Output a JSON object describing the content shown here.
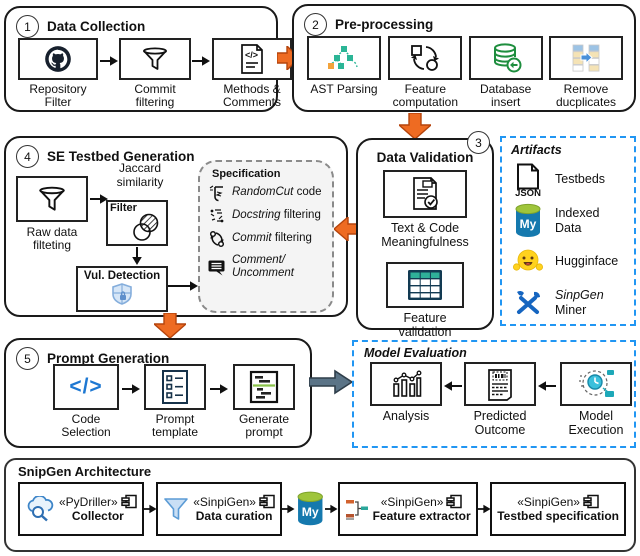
{
  "colors": {
    "accent_orange": "#EE6B22",
    "accent_blue": "#2196F3",
    "arrow_gray": "#5B7487",
    "mysql_blue": "#1579AE",
    "db_green": "#1E8E3E"
  },
  "icons": {
    "code_glyph": "</>",
    "json_text": "JSON",
    "mysql_text": "My"
  },
  "data_collection": {
    "number": "1",
    "title": "Data Collection",
    "steps": [
      {
        "label": "Repository Filter",
        "icon": "github-icon"
      },
      {
        "label": "Commit filtering",
        "icon": "funnel-icon"
      },
      {
        "label": "Methods & Comments",
        "icon": "code-document-icon"
      }
    ]
  },
  "pre_processing": {
    "number": "2",
    "title": "Pre-processing",
    "steps": [
      {
        "label": "AST Parsing",
        "icon": "ast-tree-icon"
      },
      {
        "label": "Feature computation",
        "icon": "compute-cycle-icon"
      },
      {
        "label": "Database insert",
        "icon": "database-insert-icon"
      },
      {
        "label": "Remove ducplicates",
        "icon": "remove-duplicates-icon"
      }
    ]
  },
  "data_validation": {
    "number": "3",
    "title": "Data Validation",
    "steps": [
      {
        "label": "Text & Code Meaningfulness",
        "icon": "document-check-icon"
      },
      {
        "label": "Feature validation",
        "icon": "table-icon"
      }
    ]
  },
  "se_testbed": {
    "number": "4",
    "title": "SE Testbed Generation",
    "raw_data_label": "Raw data filteting",
    "jaccard_label": "Jaccard similarity",
    "filter_label": "Filter",
    "vul_label": "Vul. Detection",
    "specification": {
      "title": "Specification",
      "items": [
        {
          "em": "RandomCut",
          "rest": " code"
        },
        {
          "em": "Docstring",
          "rest": " filtering"
        },
        {
          "em": "Commit",
          "rest": " filtering"
        },
        {
          "em": "Comment/ Uncomment",
          "rest": ""
        }
      ]
    }
  },
  "artifacts": {
    "title": "Artifacts",
    "items": [
      {
        "em": "",
        "label": "Testbeds",
        "icon": "json-file-icon"
      },
      {
        "em": "",
        "label": "Indexed Data",
        "icon": "mysql-icon"
      },
      {
        "em": "",
        "label": "Hugginface",
        "icon": "huggingface-icon"
      },
      {
        "em": "SinpGen",
        "label": " Miner",
        "icon": "tools-icon"
      }
    ]
  },
  "prompt_generation": {
    "number": "5",
    "title": "Prompt Generation",
    "steps": [
      {
        "label": "Code Selection",
        "icon": "code-icon"
      },
      {
        "label": "Prompt template",
        "icon": "checklist-icon"
      },
      {
        "label": "Generate prompt",
        "icon": "generated-code-icon"
      }
    ]
  },
  "model_evaluation": {
    "title": "Model Evaluation",
    "steps": [
      {
        "label": "Analysis",
        "icon": "chart-icon"
      },
      {
        "label": "Predicted Outcome",
        "icon": "outcome-document-icon"
      },
      {
        "label": "Model Execution",
        "icon": "model-gear-icon"
      }
    ]
  },
  "architecture": {
    "title": "SnipGen Architecture",
    "components": [
      {
        "stereotype": "«PyDriller»",
        "name": "Collector",
        "icon": "cloud-search-icon"
      },
      {
        "stereotype": "«SinpiGen»",
        "name": "Data curation",
        "icon": "blue-funnel-icon"
      },
      {
        "stereotype": "«SinpiGen»",
        "name": "Feature extractor",
        "icon": "feature-bars-icon"
      },
      {
        "stereotype": "«SinpiGen»",
        "name": "Testbed specification",
        "icon": ""
      }
    ]
  }
}
